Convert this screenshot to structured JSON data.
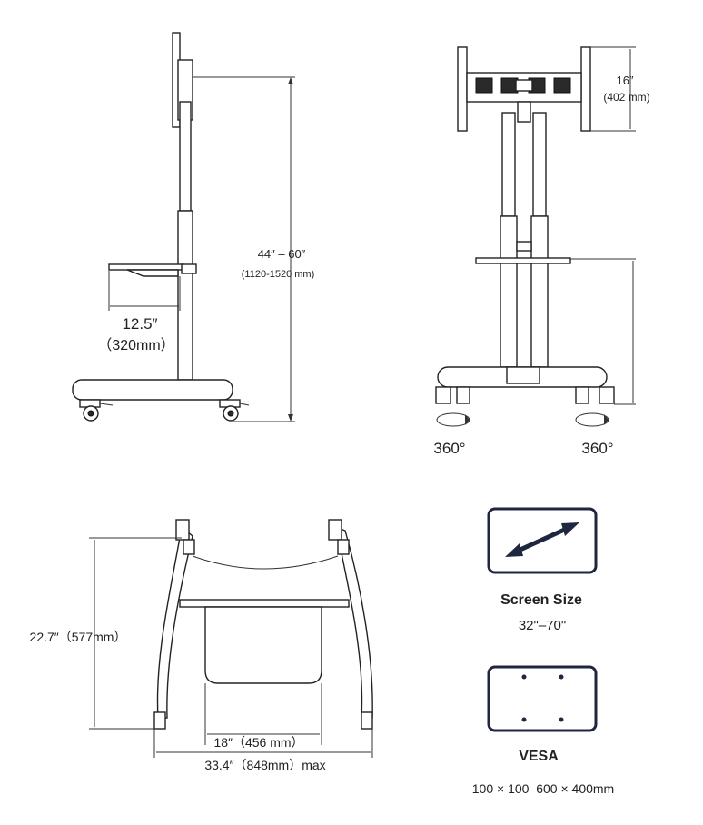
{
  "side_view": {
    "height_label": "44″ – 60″",
    "height_label_mm": "(1120-1520 mm)",
    "shelf_label": "12.5″",
    "shelf_label_mm": "（320mm）"
  },
  "front_view": {
    "vesa_height_label": "16″",
    "vesa_height_label_mm": "(402 mm)",
    "rotate_left_label": "360°",
    "rotate_right_label": "360°"
  },
  "top_view": {
    "depth_label": "22.7″（577mm）",
    "inner_width_label": "18″（456 mm）",
    "outer_width_label": "33.4″（848mm）max"
  },
  "specs": {
    "screen_size_title": "Screen Size",
    "screen_size_value": "32\"–70\"",
    "vesa_title": "VESA",
    "vesa_value": "100 × 100–600 × 400mm"
  },
  "icons": {
    "screen_size": "diagonal-double-arrow-icon",
    "vesa": "four-hole-pattern-icon",
    "rotate": "rotate-arrow-icon"
  }
}
